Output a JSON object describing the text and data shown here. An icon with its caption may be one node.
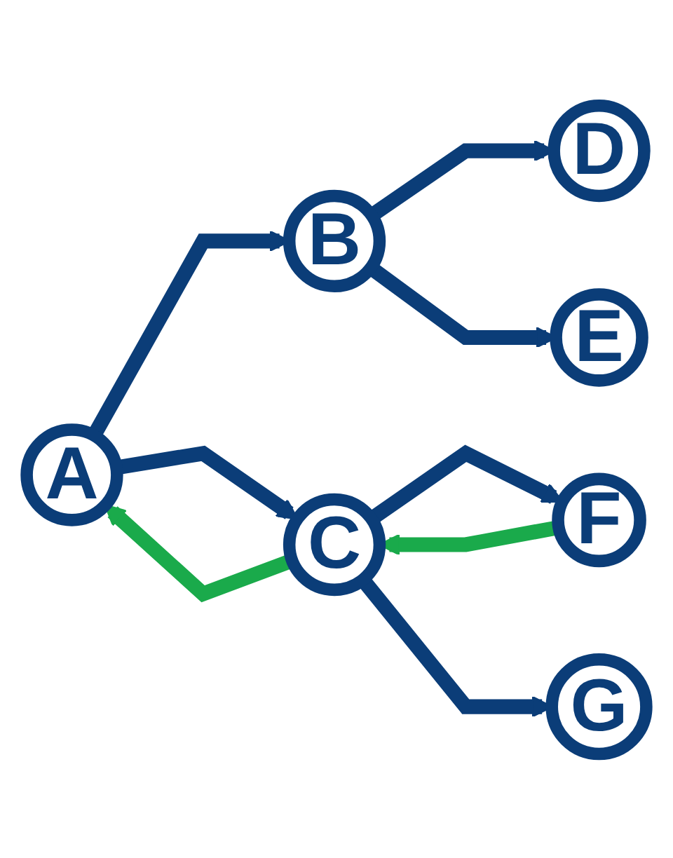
{
  "diagram": {
    "nodes": [
      {
        "text": [
          "A"
        ]
      },
      {
        "text": [
          "B"
        ]
      },
      {
        "text": [
          "C"
        ]
      },
      {
        "text": [
          "D"
        ]
      },
      {
        "text": [
          "E"
        ]
      },
      {
        "text": [
          "F"
        ]
      },
      {
        "text": [
          "G"
        ]
      }
    ],
    "edges": [
      {
        "from": 0,
        "to": 1,
        "arrow": "to"
      },
      {
        "from": 1,
        "to": 3,
        "arrow": "to"
      },
      {
        "from": 1,
        "to": 4,
        "arrow": "to"
      },
      {
        "from": 2,
        "to": 0,
        "arrow": "to",
        "color": "#1aaa4b"
      },
      {
        "from": 0,
        "to": 2,
        "arrow": "to"
      },
      {
        "from": 5,
        "to": 2,
        "arrow": "to",
        "color": "#1aaa4b"
      },
      {
        "from": 2,
        "to": 5,
        "arrow": "to"
      },
      {
        "from": 2,
        "to": 6,
        "arrow": "to"
      }
    ]
  }
}
